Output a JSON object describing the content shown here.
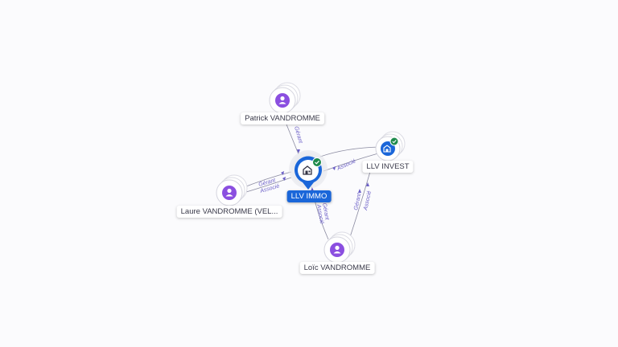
{
  "graph": {
    "main_node": {
      "label": "LLV IMMO",
      "icon": "building-icon",
      "verified_icon": "check-badge-icon",
      "color": "#1a66d9"
    },
    "company_node": {
      "label": "LLV INVEST",
      "icon": "building-icon",
      "verified_icon": "check-badge-icon",
      "color": "#1a66d9"
    },
    "persons": [
      {
        "label": "Patrick VANDROMME",
        "icon": "person-icon"
      },
      {
        "label": "Laure VANDROMME (VEL...",
        "icon": "person-icon"
      },
      {
        "label": "Loïc VANDROMME",
        "icon": "person-icon"
      }
    ],
    "edges": {
      "patrick_immo": [
        "Gérant"
      ],
      "laure_immo": [
        "Gérant",
        "Associé"
      ],
      "invest_immo": [
        "Associé"
      ],
      "loic_immo": [
        "Gérant",
        "Associé"
      ],
      "loic_invest": [
        "Gérant",
        "Associé"
      ]
    },
    "colors": {
      "person": "#8b4fe0",
      "edge": "#8a8aa0",
      "edge_label": "#6b5fc7",
      "verified": "#1e8a4c"
    }
  }
}
